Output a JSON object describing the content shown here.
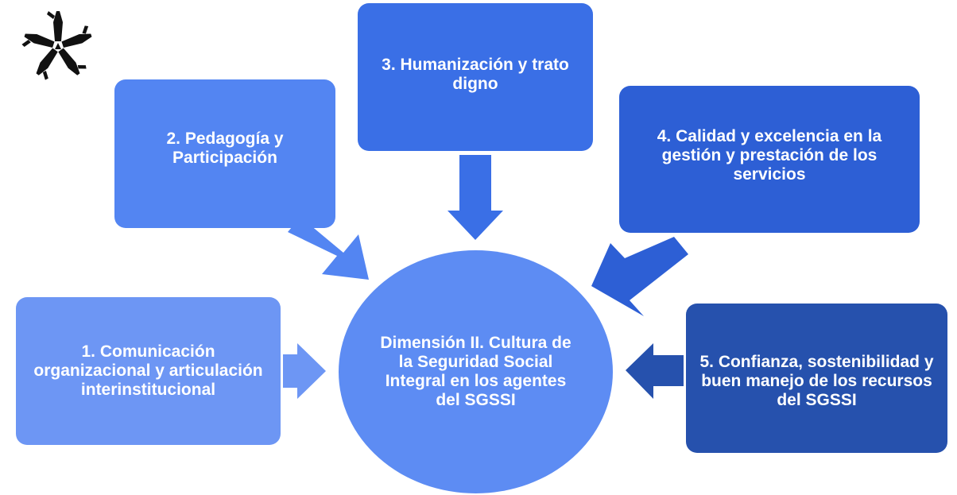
{
  "diagram": {
    "center": {
      "label": "Dimensión II. Cultura de la Seguridad Social Integral en los agentes del SGSSI",
      "color": "#5d8cf3"
    },
    "nodes": [
      {
        "id": "1",
        "label": "1. Comunicación organizacional y articulación interinstitucional",
        "color": "#6d96f4"
      },
      {
        "id": "2",
        "label": "2. Pedagogía y Participación",
        "color": "#5385f2"
      },
      {
        "id": "3",
        "label": "3. Humanización y trato digno",
        "color": "#3a6fe6"
      },
      {
        "id": "4",
        "label": "4. Calidad y excelencia en la gestión y prestación de los servicios",
        "color": "#2d5fd5"
      },
      {
        "id": "5",
        "label": "5. Confianza, sostenibilidad y buen manejo de los recursos del SGSSI",
        "color": "#2651ad"
      }
    ],
    "logo": {
      "icon": "five-hands-star-icon"
    }
  }
}
